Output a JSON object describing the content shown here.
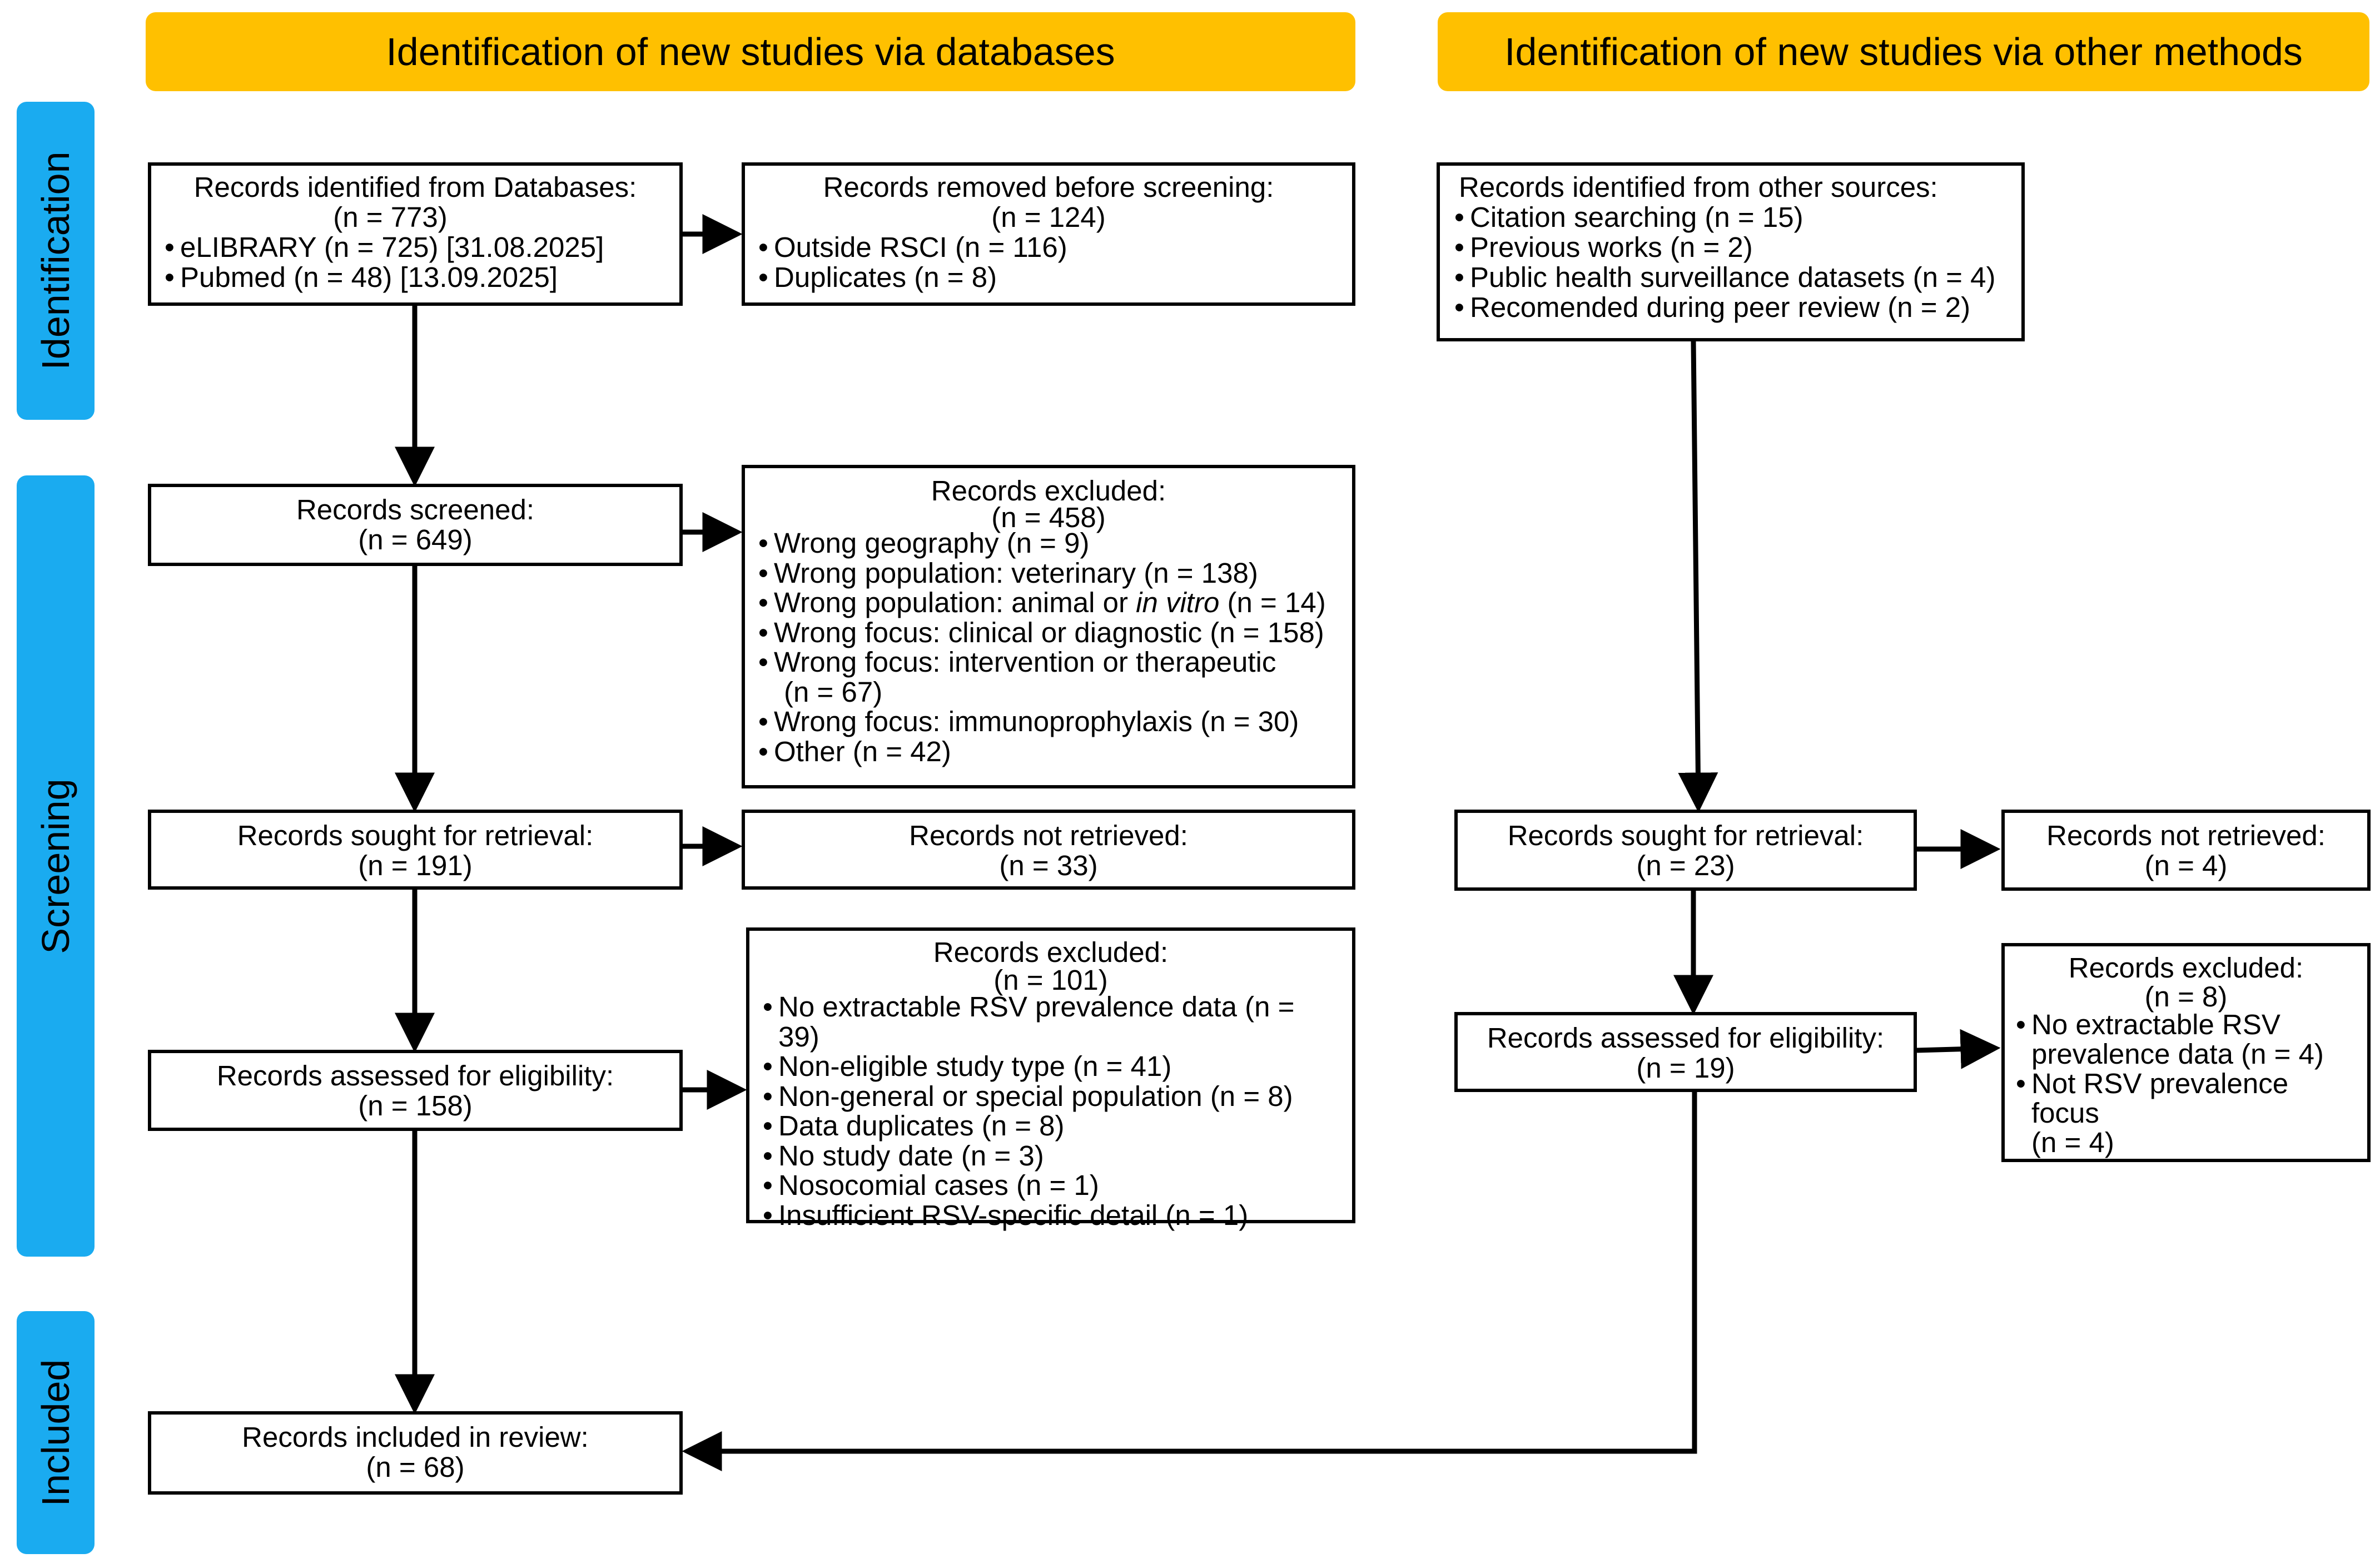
{
  "headers": {
    "databases": "Identification of new studies via databases",
    "other": "Identification of new studies via other methods"
  },
  "phases": {
    "identification": "Identification",
    "screening": "Screening",
    "included": "Included"
  },
  "databases": {
    "identified": {
      "title": "Records identified from Databases:",
      "count": "(n = 773)",
      "items": [
        "eLIBRARY (n = 725) [31.08.2025]",
        "Pubmed (n = 48) [13.09.2025]"
      ]
    },
    "removed": {
      "title": "Records removed before screening:",
      "count": "(n = 124)",
      "items": [
        "Outside RSCI (n = 116)",
        "Duplicates (n = 8)"
      ]
    },
    "screened": {
      "title": "Records screened:",
      "count": "(n = 649)"
    },
    "excluded1": {
      "title": "Records excluded:",
      "count": "(n = 458)",
      "items": [
        "Wrong geography (n = 9)",
        "Wrong population: veterinary (n = 138)",
        "Wrong population: animal or ",
        "in vitro",
        " (n = 14)",
        "Wrong focus: clinical or diagnostic (n = 158)",
        "Wrong focus: intervention or therapeutic",
        "(n = 67)",
        "Wrong focus: immunoprophylaxis (n = 30)",
        "Other (n = 42)"
      ]
    },
    "sought": {
      "title": "Records sought for retrieval:",
      "count": "(n = 191)"
    },
    "not_retrieved": {
      "title": "Records not retrieved:",
      "count": "(n = 33)"
    },
    "excluded2": {
      "title": "Records excluded:",
      "count": "(n = 101)",
      "items": [
        "No extractable RSV prevalence data (n = 39)",
        "Non-eligible study type (n = 41)",
        "Non-general or special population (n = 8)",
        "Data duplicates (n = 8)",
        "No study date (n = 3)",
        "Nosocomial cases (n = 1)",
        "Insufficient RSV-specific detail (n = 1)"
      ]
    },
    "assessed": {
      "title": "Records assessed for eligibility:",
      "count": "(n = 158)"
    },
    "included": {
      "title": "Records included in review:",
      "count": "(n = 68)"
    }
  },
  "other": {
    "identified": {
      "title": "Records identified from other sources:",
      "items": [
        "Citation searching (n = 15)",
        "Previous works (n = 2)",
        "Public health surveillance datasets (n = 4)",
        "Recomended during peer review (n = 2)"
      ]
    },
    "sought": {
      "title": "Records sought for retrieval:",
      "count": "(n = 23)"
    },
    "not_retrieved": {
      "title": "Records not retrieved:",
      "count": "(n = 4)"
    },
    "assessed": {
      "title": "Records assessed for eligibility:",
      "count": "(n = 19)"
    },
    "excluded": {
      "title": "Records excluded:",
      "count": "(n = 8)",
      "items": [
        "No extractable RSV",
        "prevalence data (n = 4)",
        "Not RSV prevalence focus",
        "(n = 4)"
      ]
    }
  }
}
